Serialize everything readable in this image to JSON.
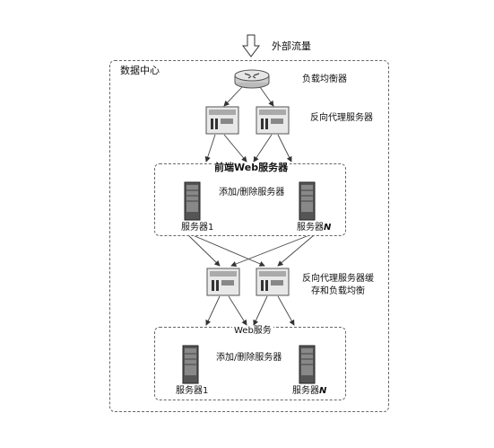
{
  "external_traffic": "外部流量",
  "data_center": "数据中心",
  "load_balancer": "负载均衡器",
  "reverse_proxy": "反向代理服务器",
  "frontend_group": {
    "title": "前端Web服务器",
    "add_remove": "添加/删除服务器",
    "server1": "服务器1",
    "serverN_prefix": "服务器",
    "serverN_suffix": "N"
  },
  "proxy_cache": {
    "line1": "反向代理服务器缓",
    "line2": "存和负载均衡"
  },
  "web_group": {
    "title": "Web服务",
    "add_remove": "添加/删除服务器",
    "server1": "服务器1",
    "serverN_prefix": "服务器",
    "serverN_suffix": "N"
  }
}
